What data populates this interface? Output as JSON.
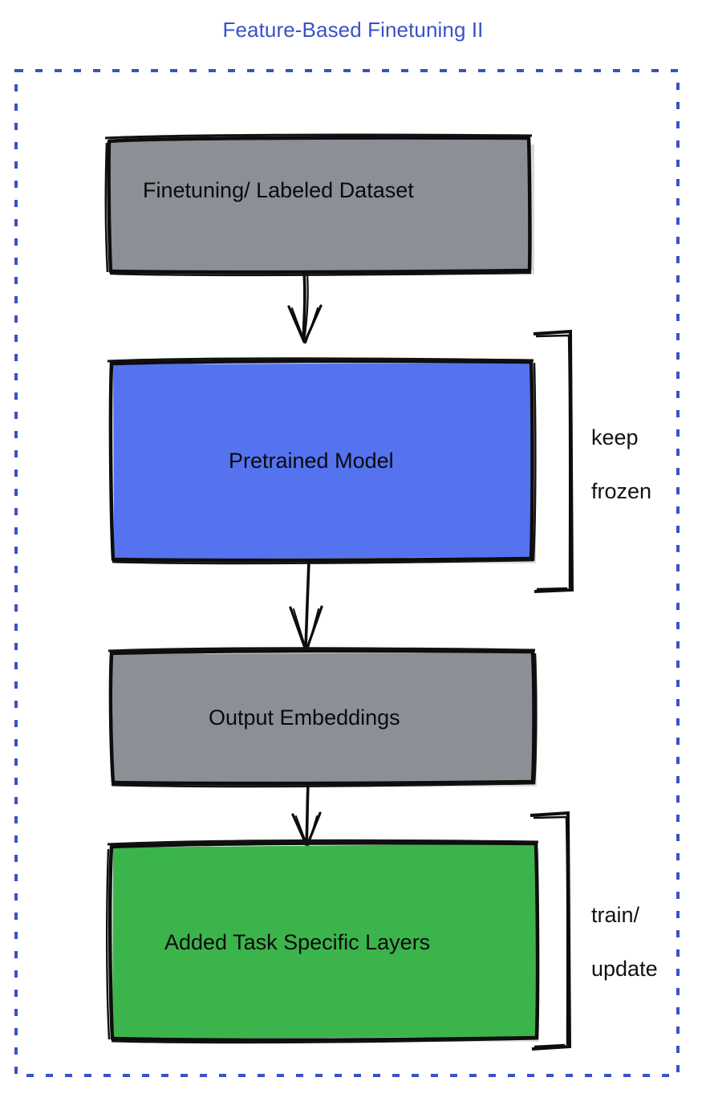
{
  "page": {
    "title": "Feature-Based Finetuning II",
    "background_color": "#ffffff",
    "title_color": "#3a52c6",
    "border": {
      "style": "dashed",
      "color": "#3a52c6"
    }
  },
  "nodes": [
    {
      "id": "dataset",
      "label": "Finetuning/ Labeled Dataset",
      "fill": "#8b9097",
      "stroke": "#000000"
    },
    {
      "id": "pretrained-model",
      "label": "Pretrained Model",
      "fill": "#5573ef",
      "stroke": "#000000"
    },
    {
      "id": "output-embeddings",
      "label": "Output Embeddings",
      "fill": "#8b9097",
      "stroke": "#000000"
    },
    {
      "id": "task-layers",
      "label": "Added Task Specific Layers",
      "fill": "#3cb44c",
      "stroke": "#000000"
    }
  ],
  "annotations": [
    {
      "id": "keep-frozen",
      "line1": "keep",
      "line2": "frozen",
      "target": "pretrained-model"
    },
    {
      "id": "train-update",
      "line1": "train/",
      "line2": "update",
      "target": "task-layers"
    }
  ],
  "edges": [
    {
      "from": "dataset",
      "to": "pretrained-model",
      "arrow": "open-v"
    },
    {
      "from": "pretrained-model",
      "to": "output-embeddings",
      "arrow": "open-v"
    },
    {
      "from": "output-embeddings",
      "to": "task-layers",
      "arrow": "open-v"
    }
  ]
}
